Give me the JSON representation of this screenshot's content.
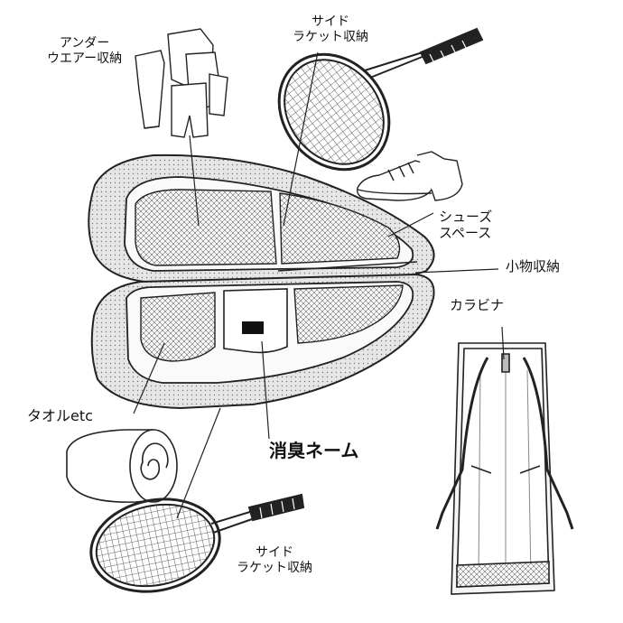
{
  "labels": {
    "underwear_line1": "アンダー",
    "underwear_line2": "ウエアー収納",
    "side_racket_top_line1": "サイド",
    "side_racket_top_line2": "ラケット収納",
    "shoes_line1": "シューズ",
    "shoes_line2": "スペース",
    "small_items": "小物収納",
    "carabiner": "カラビナ",
    "towel": "タオルetc",
    "deodorant_name": "消臭ネーム",
    "side_racket_bottom_line1": "サイド",
    "side_racket_bottom_line2": "ラケット収納"
  },
  "colors": {
    "line": "#222222",
    "background": "#ffffff",
    "mesh_fill": "#f3f3f3",
    "shell_fill": "#eeeeee"
  }
}
